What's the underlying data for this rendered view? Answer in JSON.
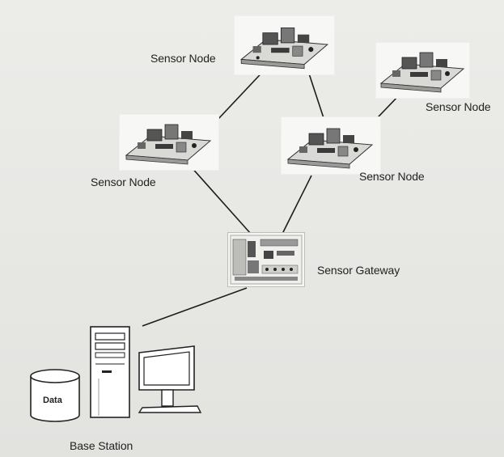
{
  "nodes": {
    "top": {
      "label": "Sensor Node"
    },
    "right": {
      "label": "Sensor Node"
    },
    "left": {
      "label": "Sensor Node"
    },
    "middle": {
      "label": "Sensor Node"
    }
  },
  "gateway": {
    "label": "Sensor Gateway"
  },
  "base_station": {
    "label": "Base Station",
    "database_label": "Data"
  }
}
